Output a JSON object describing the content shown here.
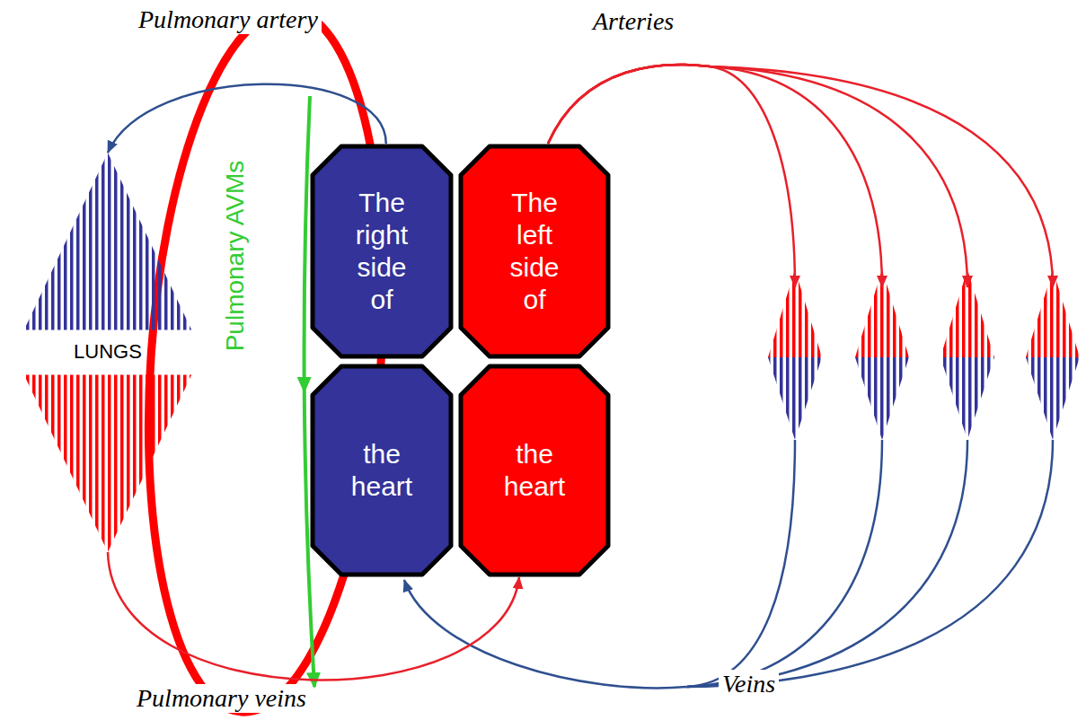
{
  "diagram": {
    "nodes": [
      {
        "text": [
          "LUNGS"
        ]
      },
      {
        "text": [
          "The right side of"
        ]
      },
      {
        "text": [
          "the heart"
        ]
      },
      {
        "text": [
          "The left side of"
        ]
      },
      {
        "text": [
          "the heart"
        ]
      }
    ],
    "edges": [
      {
        "from": 1,
        "to": 0,
        "arrow": "to",
        "label": "Pulmonary artery"
      },
      {
        "from": 0,
        "to": 4,
        "arrow": "to",
        "label": "Pulmonary veins"
      }
    ],
    "labels": [
      "Arteries",
      "Pulmonary AVMs",
      "Veins"
    ]
  }
}
